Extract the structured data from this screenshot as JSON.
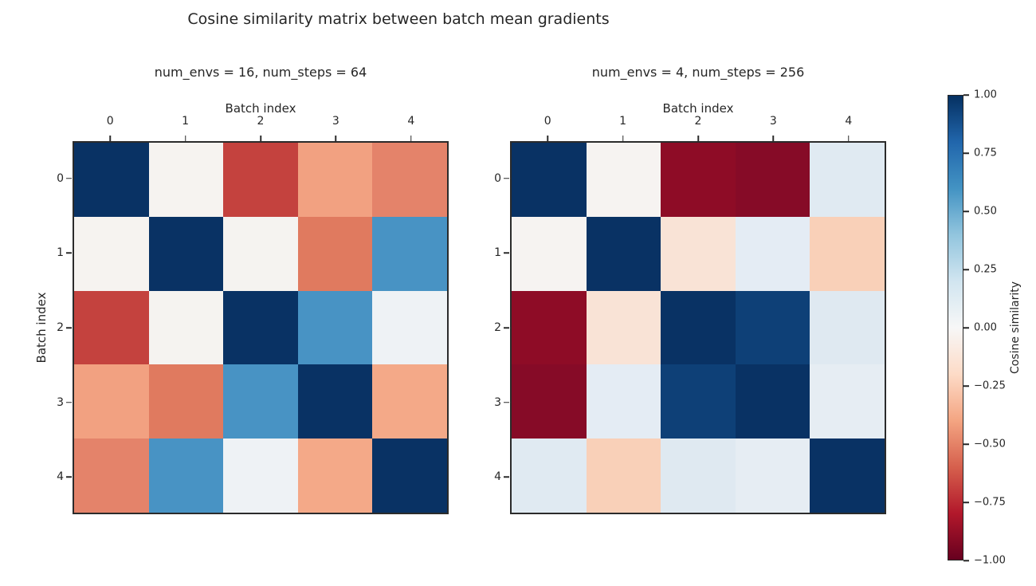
{
  "figure": {
    "title": "Cosine similarity matrix between batch mean gradients",
    "background": "#ffffff",
    "text_color": "#262626",
    "frame_color": "#2b2b2b"
  },
  "colorbar": {
    "label": "Cosine similarity",
    "ticks": [
      "1.00",
      "0.75",
      "0.50",
      "0.25",
      "0.00",
      "−0.25",
      "−0.50",
      "−0.75",
      "−1.00"
    ],
    "vmin": -1.0,
    "vmax": 1.0,
    "colormap": "RdBu",
    "gradient_stops_top_to_bottom": [
      "#053061",
      "#2166ac",
      "#4393c3",
      "#92c5de",
      "#d1e5f0",
      "#f7f7f7",
      "#fddbc7",
      "#f4a582",
      "#d6604d",
      "#b2182b",
      "#67001f"
    ]
  },
  "chart_data": [
    {
      "type": "heatmap",
      "title": "num_envs = 16, num_steps = 64",
      "xlabel": "Batch index",
      "ylabel": "Batch index",
      "x_ticks": [
        "0",
        "1",
        "2",
        "3",
        "4"
      ],
      "y_ticks": [
        "0",
        "1",
        "2",
        "3",
        "4"
      ],
      "value_range": [
        -1.0,
        1.0
      ],
      "values": [
        [
          1.0,
          -0.02,
          -0.68,
          -0.38,
          -0.5
        ],
        [
          -0.02,
          1.0,
          -0.02,
          -0.52,
          0.58
        ],
        [
          -0.68,
          -0.02,
          1.0,
          0.58,
          0.07
        ],
        [
          -0.38,
          -0.52,
          0.58,
          1.0,
          -0.36
        ],
        [
          -0.5,
          0.58,
          0.07,
          -0.36,
          1.0
        ]
      ],
      "cell_colors": [
        [
          "#093264",
          "#f6f3f0",
          "#c4423e",
          "#f2a181",
          "#e4836a"
        ],
        [
          "#f6f3f0",
          "#093264",
          "#f5f3f0",
          "#e07a5f",
          "#4893c4"
        ],
        [
          "#c4423e",
          "#f5f3f0",
          "#093264",
          "#4893c4",
          "#eef2f5"
        ],
        [
          "#f2a181",
          "#e07a5f",
          "#4893c4",
          "#093264",
          "#f4a988"
        ],
        [
          "#e4836a",
          "#4893c4",
          "#eef2f5",
          "#f4a988",
          "#093264"
        ]
      ]
    },
    {
      "type": "heatmap",
      "title": "num_envs = 4, num_steps = 256",
      "xlabel": "Batch index",
      "ylabel": "Batch index",
      "x_ticks": [
        "0",
        "1",
        "2",
        "3",
        "4"
      ],
      "y_ticks": [
        "0",
        "1",
        "2",
        "3",
        "4"
      ],
      "value_range": [
        -1.0,
        1.0
      ],
      "values": [
        [
          1.0,
          -0.01,
          -0.88,
          -0.9,
          0.13
        ],
        [
          -0.01,
          1.0,
          -0.12,
          0.1,
          -0.22
        ],
        [
          -0.88,
          -0.12,
          1.0,
          0.85,
          0.13
        ],
        [
          -0.9,
          0.1,
          0.85,
          1.0,
          0.09
        ],
        [
          0.13,
          -0.22,
          0.13,
          0.09,
          1.0
        ]
      ],
      "cell_colors": [
        [
          "#093264",
          "#f6f3f1",
          "#8e0c26",
          "#860b27",
          "#e0eaf2"
        ],
        [
          "#f6f3f1",
          "#093264",
          "#f9e3d6",
          "#e4ecf4",
          "#f9d0b8"
        ],
        [
          "#8e0c26",
          "#f9e3d6",
          "#093264",
          "#0e4077",
          "#dfe9f1"
        ],
        [
          "#860b27",
          "#e4ecf4",
          "#0e4077",
          "#093264",
          "#e6edf3"
        ],
        [
          "#e0eaf2",
          "#f9d0b8",
          "#dfe9f1",
          "#e6edf3",
          "#093264"
        ]
      ]
    }
  ]
}
